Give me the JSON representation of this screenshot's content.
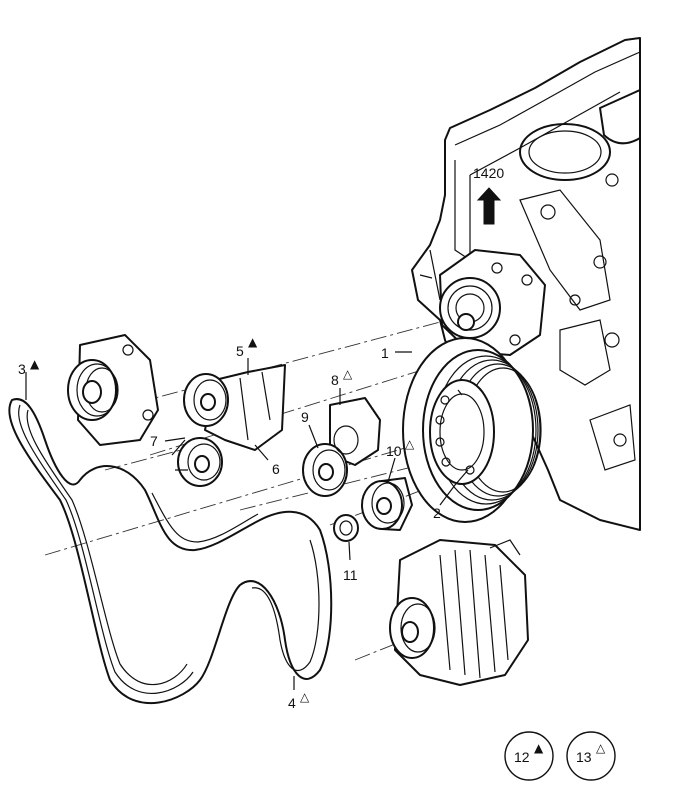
{
  "ref_arrow": {
    "label": "1420"
  },
  "callouts": [
    {
      "id": "1",
      "label": "1",
      "mark": ""
    },
    {
      "id": "2",
      "label": "2",
      "mark": ""
    },
    {
      "id": "3",
      "label": "3",
      "mark": "▲"
    },
    {
      "id": "4",
      "label": "4",
      "mark": "△"
    },
    {
      "id": "5",
      "label": "5",
      "mark": "▲"
    },
    {
      "id": "6",
      "label": "6",
      "mark": ""
    },
    {
      "id": "7",
      "label": "7",
      "mark": ""
    },
    {
      "id": "8",
      "label": "8",
      "mark": "△"
    },
    {
      "id": "9",
      "label": "9",
      "mark": ""
    },
    {
      "id": "10",
      "label": "10",
      "mark": "△"
    },
    {
      "id": "11",
      "label": "11",
      "mark": ""
    }
  ],
  "legend": [
    {
      "label": "12",
      "mark": "▲"
    },
    {
      "label": "13",
      "mark": "△"
    }
  ]
}
